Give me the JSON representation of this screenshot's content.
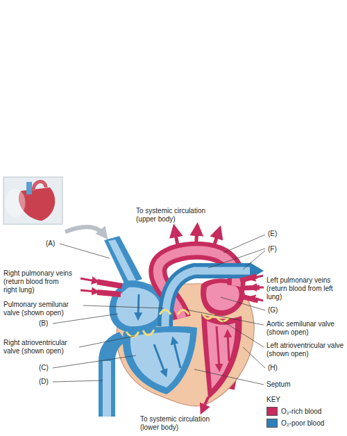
{
  "diagram": {
    "labels": [
      "To systemic circulation (upper body)",
      "(E)",
      "(A)",
      "(F)",
      "Right pulmonary veins (return blood from right lung)",
      "Left pulmonary veins (return blood from left lung)",
      "Pulmonary semilunar valve (shown open)",
      "(G)",
      "(B)",
      "Aortic semilunar valve (shown open)",
      "Right atrioventricular valve (shown open)",
      "Left atrioventricular valve (shown open)",
      "(C)",
      "(H)",
      "(D)",
      "Septum",
      "To systemic circulation (lower body)",
      "KEY"
    ],
    "legend": [
      {
        "text": "O₂-rich blood",
        "color": "#c62c5e"
      },
      {
        "text": "O₂-poor blood",
        "color": "#2f7fb8"
      }
    ]
  }
}
